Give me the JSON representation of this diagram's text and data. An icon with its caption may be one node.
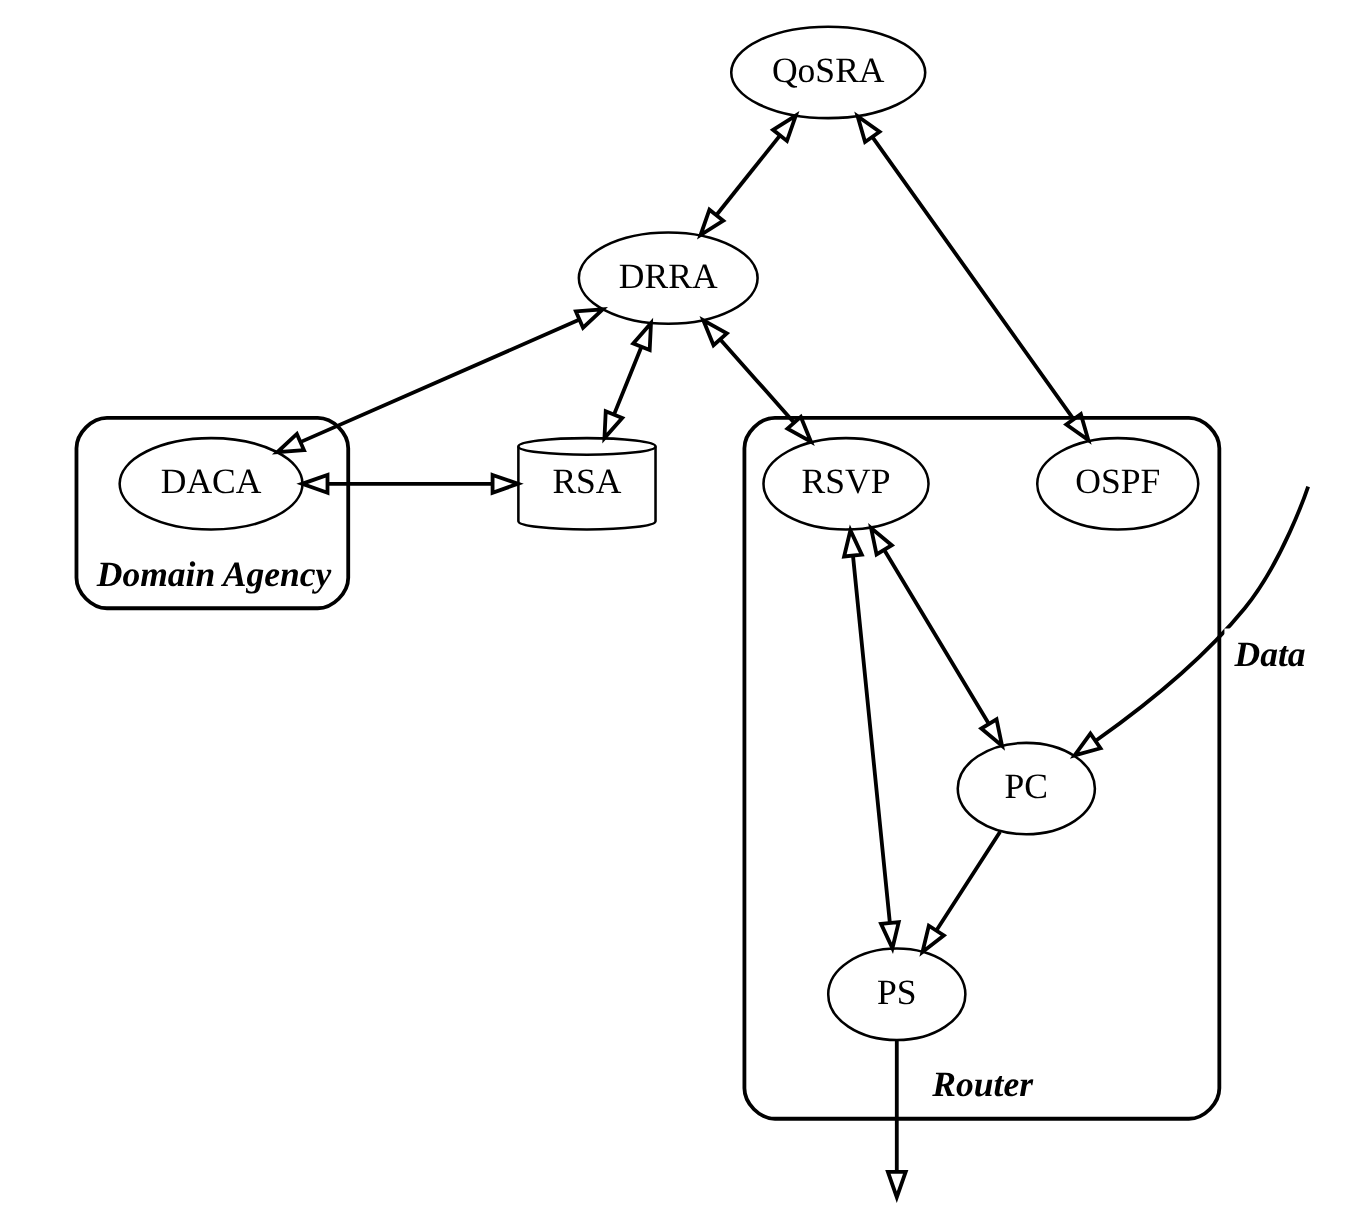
{
  "diagram": {
    "nodes": [
      {
        "text": [
          "Domain Agency"
        ]
      },
      {
        "text": [
          "DACA"
        ],
        "in": 0
      },
      {
        "text": [
          "RSA"
        ]
      },
      {
        "text": [
          "QoSRA"
        ]
      },
      {
        "text": [
          "DRRA"
        ]
      },
      {
        "text": [
          "Router"
        ]
      },
      {
        "text": [
          "OSPF"
        ],
        "in": 5
      },
      {
        "text": [
          "RSVP"
        ],
        "in": 5
      },
      {
        "text": [
          "PS"
        ],
        "in": 5
      },
      {
        "text": [
          "PC"
        ],
        "in": 5
      }
    ],
    "edges": [
      {
        "from": 1,
        "to": 2,
        "arrow": "both"
      },
      {
        "from": 4,
        "to": 1,
        "arrow": "both"
      },
      {
        "from": 4,
        "to": 2,
        "arrow": "both"
      },
      {
        "from": 3,
        "to": 4,
        "arrow": "both"
      },
      {
        "from": 3,
        "to": 6,
        "arrow": "both"
      },
      {
        "from": 4,
        "to": 7,
        "arrow": "both"
      },
      {
        "from": 7,
        "to": 8,
        "arrow": "both"
      },
      {
        "from": 7,
        "to": 9,
        "arrow": "both"
      },
      {
        "from": 9,
        "to": 8,
        "arrow": "to"
      },
      {
        "from": 8,
        "to": null,
        "arrow": "to"
      },
      {
        "from": null,
        "to": 9,
        "arrow": "to",
        "label": "Data"
      }
    ]
  }
}
